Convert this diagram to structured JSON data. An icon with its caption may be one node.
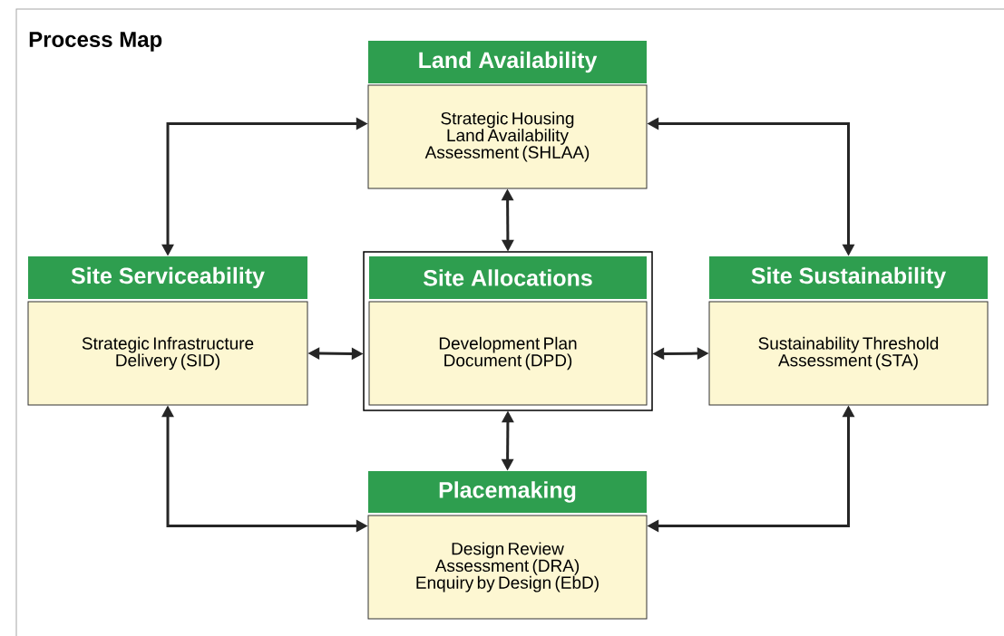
{
  "diagram": {
    "title": "Process Map",
    "nodes": [
      {
        "text": [
          "Land Availability",
          "Strategic Housing Land Availability Assessment (SHLAA)"
        ]
      },
      {
        "text": [
          "Site Serviceability",
          "Strategic Infrastructure Delivery (SID)"
        ]
      },
      {
        "text": [
          "Site Allocations",
          "Development Plan Document (DPD)"
        ]
      },
      {
        "text": [
          "Site Sustainability",
          "Sustainability Threshold Assessment (STA)"
        ]
      },
      {
        "text": [
          "Placemaking",
          "Design Review Assessment (DRA) Enquiry by Design (EbD)"
        ]
      }
    ],
    "edges": [
      {
        "from": 0,
        "to": 1,
        "arrow": "both"
      },
      {
        "from": 0,
        "to": 3,
        "arrow": "both"
      },
      {
        "from": 0,
        "to": 2,
        "arrow": "both"
      },
      {
        "from": 1,
        "to": 2,
        "arrow": "both"
      },
      {
        "from": 2,
        "to": 3,
        "arrow": "both"
      },
      {
        "from": 2,
        "to": 4,
        "arrow": "both"
      },
      {
        "from": 1,
        "to": 4,
        "arrow": "both"
      },
      {
        "from": 3,
        "to": 4,
        "arrow": "both"
      }
    ]
  }
}
